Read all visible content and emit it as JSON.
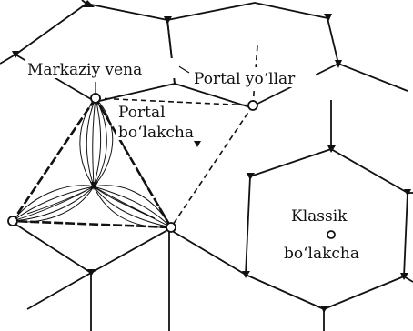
{
  "labels": {
    "central_vein": "Markaziy vena",
    "portal_tracts": "Portal yo‘llar",
    "portal_lobule_line1": "Portal",
    "portal_lobule_line2": "bo‘lakcha",
    "classic_lobule_line1": "Klassik",
    "classic_lobule_line2": "bo‘lakcha"
  },
  "colors": {
    "line": "#111111",
    "background": "#ffffff"
  }
}
